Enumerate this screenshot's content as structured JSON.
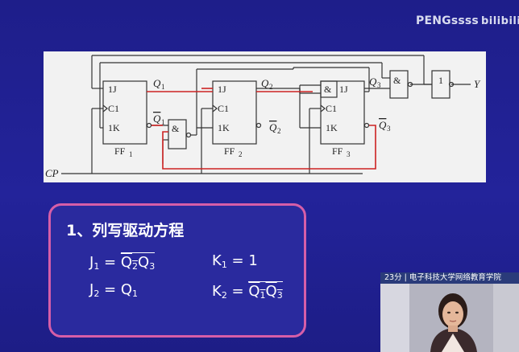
{
  "watermark": {
    "text": "PENGssss",
    "logo": "bilibili"
  },
  "circuit": {
    "labels": {
      "j1": "1J",
      "c1": "C1",
      "k1": "1K",
      "j2": "1J",
      "c2": "C1",
      "k2": "1K",
      "j3": "1J",
      "c3": "C1",
      "k3": "1K",
      "and": "&",
      "not": "1",
      "q1": "Q",
      "q1sub": "1",
      "q1b": "Q",
      "q1bsub": "1",
      "q2": "Q",
      "q2sub": "2",
      "q2b": "Q",
      "q2bsub": "2",
      "q3": "Q",
      "q3sub": "3",
      "q3b": "Q",
      "q3bsub": "3",
      "ff1": "FF",
      "ff1sub": "1",
      "ff2": "FF",
      "ff2sub": "2",
      "ff3": "FF",
      "ff3sub": "3",
      "cp": "CP",
      "y": "Y"
    },
    "colors": {
      "wire": "#333333",
      "highlight": "#cc2222"
    }
  },
  "equations": {
    "title": "1、列写驱动方程",
    "j1": {
      "lhs": "J",
      "lhs_sub": "1",
      "eq": " = ",
      "t1": "Q",
      "t1_sub": "2",
      "t2": "Q",
      "t2_sub": "3"
    },
    "k1": {
      "lhs": "K",
      "lhs_sub": "1",
      "rhs": " = 1"
    },
    "j2": {
      "lhs": "J",
      "lhs_sub": "2",
      "eq": " = ",
      "t1": "Q",
      "t1_sub": "1"
    },
    "k2": {
      "lhs": "K",
      "lhs_sub": "2",
      "eq": " = ",
      "t1": "Q",
      "t1_sub": "1",
      "t2": "Q",
      "t2_sub": "3"
    },
    "border_color": "#d65ea8"
  },
  "video": {
    "caption": "23分 | 电子科技大学网络教育学院"
  }
}
